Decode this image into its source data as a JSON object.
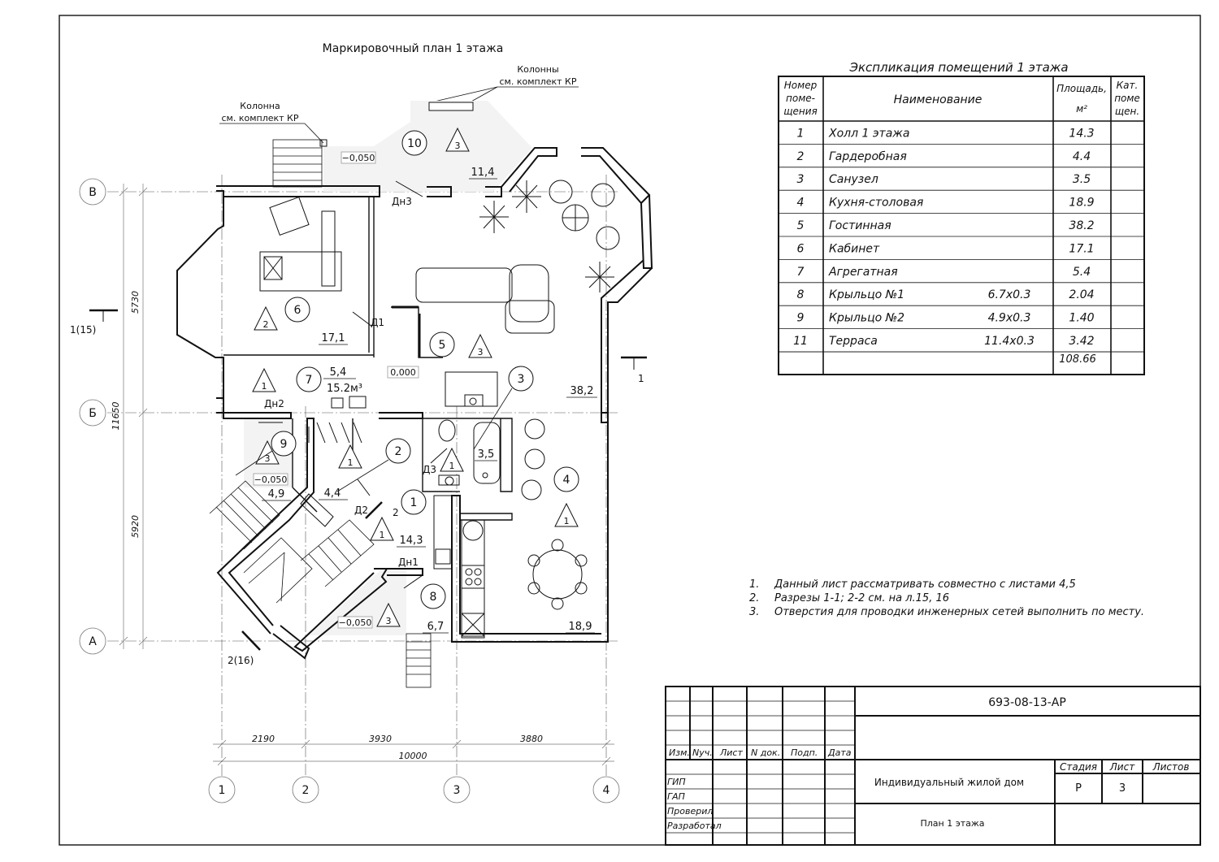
{
  "plan": {
    "title": "Маркировочный план 1 этажа",
    "column_note_left": [
      "Колонна",
      "см. комплект КР"
    ],
    "column_note_top": [
      "Колонны",
      "см. комплект КР"
    ],
    "axes_rows": [
      "В",
      "Б",
      "А"
    ],
    "axes_cols": [
      "1",
      "2",
      "3",
      "4"
    ],
    "dims_bottom": [
      "2190",
      "3930",
      "3880"
    ],
    "dim_total": "10000",
    "dims_left": [
      "5730",
      "5920"
    ],
    "dim_left_total": "11650",
    "section_marks": [
      "1(15)",
      "1",
      "2(16)",
      "2"
    ],
    "room_circles": [
      "10",
      "6",
      "5",
      "7",
      "3",
      "9",
      "2",
      "1",
      "4",
      "8"
    ],
    "room_areas": [
      "11,4",
      "17,1",
      "5,4",
      "15.2м³",
      "38,2",
      "3,5",
      "4,9",
      "4,4",
      "14,3",
      "6,7",
      "18,9"
    ],
    "levels": [
      "−0,050",
      "0,000",
      "−0,050",
      "−0,050"
    ],
    "door_labels": [
      "Дн3",
      "Д1",
      "Дн2",
      "Д3",
      "Д2",
      "Дн1"
    ],
    "category_marks": [
      "3",
      "2",
      "3",
      "1",
      "3",
      "1",
      "1",
      "1",
      "3",
      "1"
    ]
  },
  "explication": {
    "title": "Экспликация помещений 1 этажа",
    "headers": {
      "num": [
        "Номер",
        "поме-",
        "щения"
      ],
      "name": "Наименование",
      "area": [
        "Площадь,",
        "м²"
      ],
      "cat": [
        "Кат.",
        "поме",
        "щен."
      ]
    },
    "rows": [
      {
        "num": "1",
        "name": "Холл 1 этажа",
        "size": "",
        "area": "14.3"
      },
      {
        "num": "2",
        "name": "Гардеробная",
        "size": "",
        "area": "4.4"
      },
      {
        "num": "3",
        "name": "Санузел",
        "size": "",
        "area": "3.5"
      },
      {
        "num": "4",
        "name": "Кухня-столовая",
        "size": "",
        "area": "18.9"
      },
      {
        "num": "5",
        "name": "Гостинная",
        "size": "",
        "area": "38.2"
      },
      {
        "num": "6",
        "name": "Кабинет",
        "size": "",
        "area": "17.1"
      },
      {
        "num": "7",
        "name": "Агрегатная",
        "size": "",
        "area": "5.4"
      },
      {
        "num": "8",
        "name": "Крыльцо №1",
        "size": "6.7x0.3",
        "area": "2.04"
      },
      {
        "num": "9",
        "name": "Крыльцо №2",
        "size": "4.9x0.3",
        "area": "1.40"
      },
      {
        "num": "11",
        "name": "Терраса",
        "size": "11.4x0.3",
        "area": "3.42"
      }
    ],
    "total": "108.66"
  },
  "notes": [
    {
      "n": "1.",
      "text": "Данный лист рассматривать совместно с листами 4,5"
    },
    {
      "n": "2.",
      "text": "Разрезы 1-1; 2-2 см. на л.15, 16"
    },
    {
      "n": "3.",
      "text": "Отверстия для проводки инженерных сетей выполнить по месту."
    }
  ],
  "title_block": {
    "code": "693-08-13-АР",
    "col_headers": [
      "Изм.",
      "Nуч.",
      "Лист",
      "N док.",
      "Подп.",
      "Дата"
    ],
    "roles": [
      "ГИП",
      "ГАП",
      "Проверил",
      "Разработал"
    ],
    "project": "Индивидуальный жилой дом",
    "sheet_name": "План 1 этажа",
    "stage_label": "Стадия",
    "sheet_label": "Лист",
    "sheets_label": "Листов",
    "stage": "Р",
    "sheet": "3",
    "sheets": ""
  }
}
